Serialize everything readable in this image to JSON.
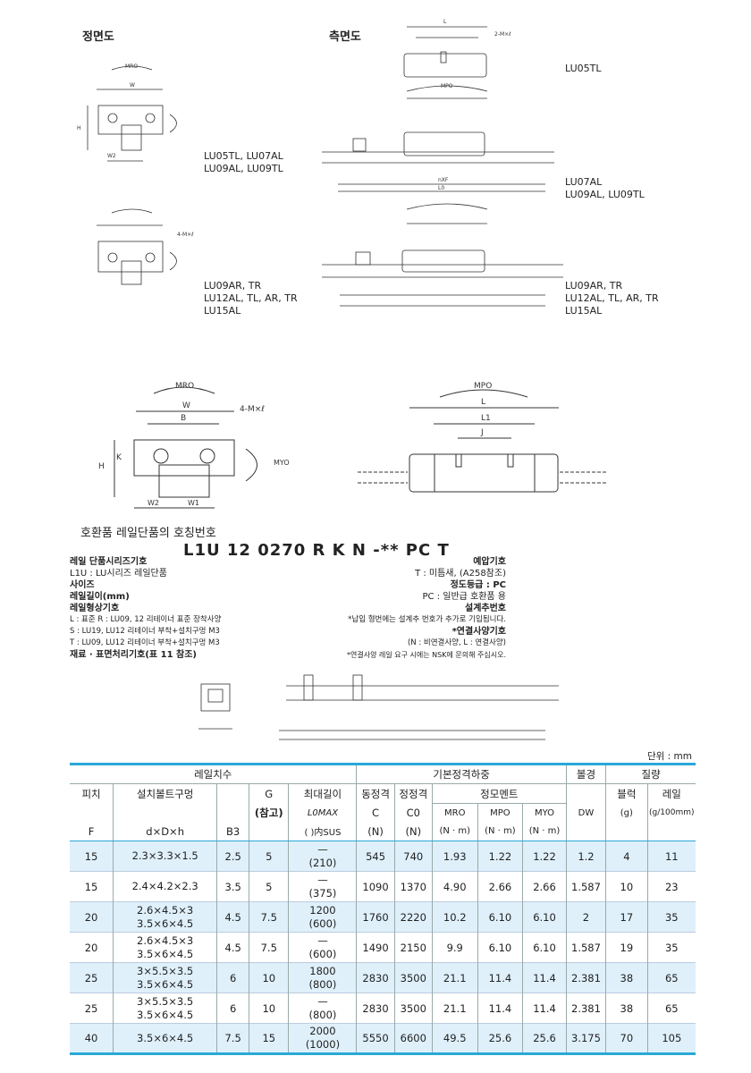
{
  "sections": {
    "front": "정면도",
    "side": "측면도"
  },
  "models": {
    "side1": "LU05TL",
    "front1": [
      "LU05TL, LU07AL",
      "LU09AL, LU09TL"
    ],
    "side2": [
      "LU07AL",
      "LU09AL, LU09TL"
    ],
    "front2": [
      "LU09AR, TR",
      "LU12AL, TL, AR, TR",
      "LU15AL"
    ],
    "side3": [
      "LU09AR, TR",
      "LU12AL, TL, AR, TR",
      "LU15AL"
    ]
  },
  "code": {
    "title": "호환품 레일단품의 호칭번호",
    "letters": "L1U 12 0270 R K N -** PC T",
    "left": [
      {
        "label": "레일 단품시리즈기호",
        "bold": true
      },
      {
        "label": "L1U : LU시리즈 레일단품",
        "bold": false
      },
      {
        "label": "사이즈",
        "bold": true
      },
      {
        "label": "레일길이(mm)",
        "bold": true
      },
      {
        "label": "레일형상기호",
        "bold": true
      },
      {
        "label": "L : 표준 R : LU09, 12 리테이너 표준 장착사양",
        "bold": false
      },
      {
        "label": "S : LU19, LU12 리테이너 부착+설치구멍 M3",
        "bold": false
      },
      {
        "label": "T : LU09, LU12 리테이너 부착+설치구멍 M3",
        "bold": false
      },
      {
        "label": "재료 · 표면처리기호(표 11 참조)",
        "bold": true
      }
    ],
    "right": [
      {
        "label": "예압기호",
        "bold": true
      },
      {
        "label": "T : 미틈새, (A258참조)",
        "bold": false
      },
      {
        "label": "정도등급 : PC",
        "bold": true
      },
      {
        "label": "PC : 일반급 호환품 용",
        "bold": false
      },
      {
        "label": "설계추번호",
        "bold": true
      },
      {
        "label": "*납입 형번에는 설계추 번호가 추가로 기입됩니다.",
        "bold": false
      },
      {
        "label": "*연결사양기호",
        "bold": true
      },
      {
        "label": "(N : 비연결사양, L : 연결사양)",
        "bold": false
      },
      {
        "label": "*연결사양 레일 요구 시에는 NSK에 문의해 주십시오.",
        "bold": false
      }
    ]
  },
  "unit": "단위 : mm",
  "table": {
    "group_headers": [
      "레일치수",
      "기본정격하중",
      "볼경",
      "질량"
    ],
    "headers": {
      "pitch": [
        "피치",
        "F"
      ],
      "bolt": [
        "설치볼트구멍",
        "d×D×h"
      ],
      "b3": "B3",
      "g": [
        "G",
        "(참고)"
      ],
      "maxlen": [
        "최대길이",
        "L0MAX",
        "( )内SUS"
      ],
      "dyn": [
        "동정격",
        "C",
        "(N)"
      ],
      "stat": [
        "정정격",
        "C0",
        "(N)"
      ],
      "moment": "정모멘트",
      "mro": [
        "MRO",
        "(N · m)"
      ],
      "mpo": [
        "MPO",
        "(N · m)"
      ],
      "myo": [
        "MYO",
        "(N · m)"
      ],
      "dw": "DW",
      "block": [
        "블럭",
        "(g)"
      ],
      "rail": [
        "레일",
        "(g/100mm)"
      ]
    },
    "rows": [
      {
        "f": "15",
        "bolt": [
          "2.3×3.3×1.5"
        ],
        "b3": "2.5",
        "g": "5",
        "lmax": [
          "—",
          "(210)"
        ],
        "c": "545",
        "c0": "740",
        "mro": "1.93",
        "mpo": "1.22",
        "myo": "1.22",
        "dw": "1.2",
        "block": "4",
        "rail": "11"
      },
      {
        "f": "15",
        "bolt": [
          "2.4×4.2×2.3"
        ],
        "b3": "3.5",
        "g": "5",
        "lmax": [
          "—",
          "(375)"
        ],
        "c": "1090",
        "c0": "1370",
        "mro": "4.90",
        "mpo": "2.66",
        "myo": "2.66",
        "dw": "1.587",
        "block": "10",
        "rail": "23"
      },
      {
        "f": "20",
        "bolt": [
          "2.6×4.5×3",
          "3.5×6×4.5"
        ],
        "b3": "4.5",
        "g": "7.5",
        "lmax": [
          "1200",
          "(600)"
        ],
        "c": "1760",
        "c0": "2220",
        "mro": "10.2",
        "mpo": "6.10",
        "myo": "6.10",
        "dw": "2",
        "block": "17",
        "rail": "35"
      },
      {
        "f": "20",
        "bolt": [
          "2.6×4.5×3",
          "3.5×6×4.5"
        ],
        "b3": "4.5",
        "g": "7.5",
        "lmax": [
          "—",
          "(600)"
        ],
        "c": "1490",
        "c0": "2150",
        "mro": "9.9",
        "mpo": "6.10",
        "myo": "6.10",
        "dw": "1.587",
        "block": "19",
        "rail": "35"
      },
      {
        "f": "25",
        "bolt": [
          "3×5.5×3.5",
          "3.5×6×4.5"
        ],
        "b3": "6",
        "g": "10",
        "lmax": [
          "1800",
          "(800)"
        ],
        "c": "2830",
        "c0": "3500",
        "mro": "21.1",
        "mpo": "11.4",
        "myo": "11.4",
        "dw": "2.381",
        "block": "38",
        "rail": "65"
      },
      {
        "f": "25",
        "bolt": [
          "3×5.5×3.5",
          "3.5×6×4.5"
        ],
        "b3": "6",
        "g": "10",
        "lmax": [
          "—",
          "(800)"
        ],
        "c": "2830",
        "c0": "3500",
        "mro": "21.1",
        "mpo": "11.4",
        "myo": "11.4",
        "dw": "2.381",
        "block": "38",
        "rail": "65"
      },
      {
        "f": "40",
        "bolt": [
          "3.5×6×4.5"
        ],
        "b3": "7.5",
        "g": "15",
        "lmax": [
          "2000",
          "(1000)"
        ],
        "c": "5550",
        "c0": "6600",
        "mro": "49.5",
        "mpo": "25.6",
        "myo": "25.6",
        "dw": "3.175",
        "block": "70",
        "rail": "105"
      }
    ]
  }
}
